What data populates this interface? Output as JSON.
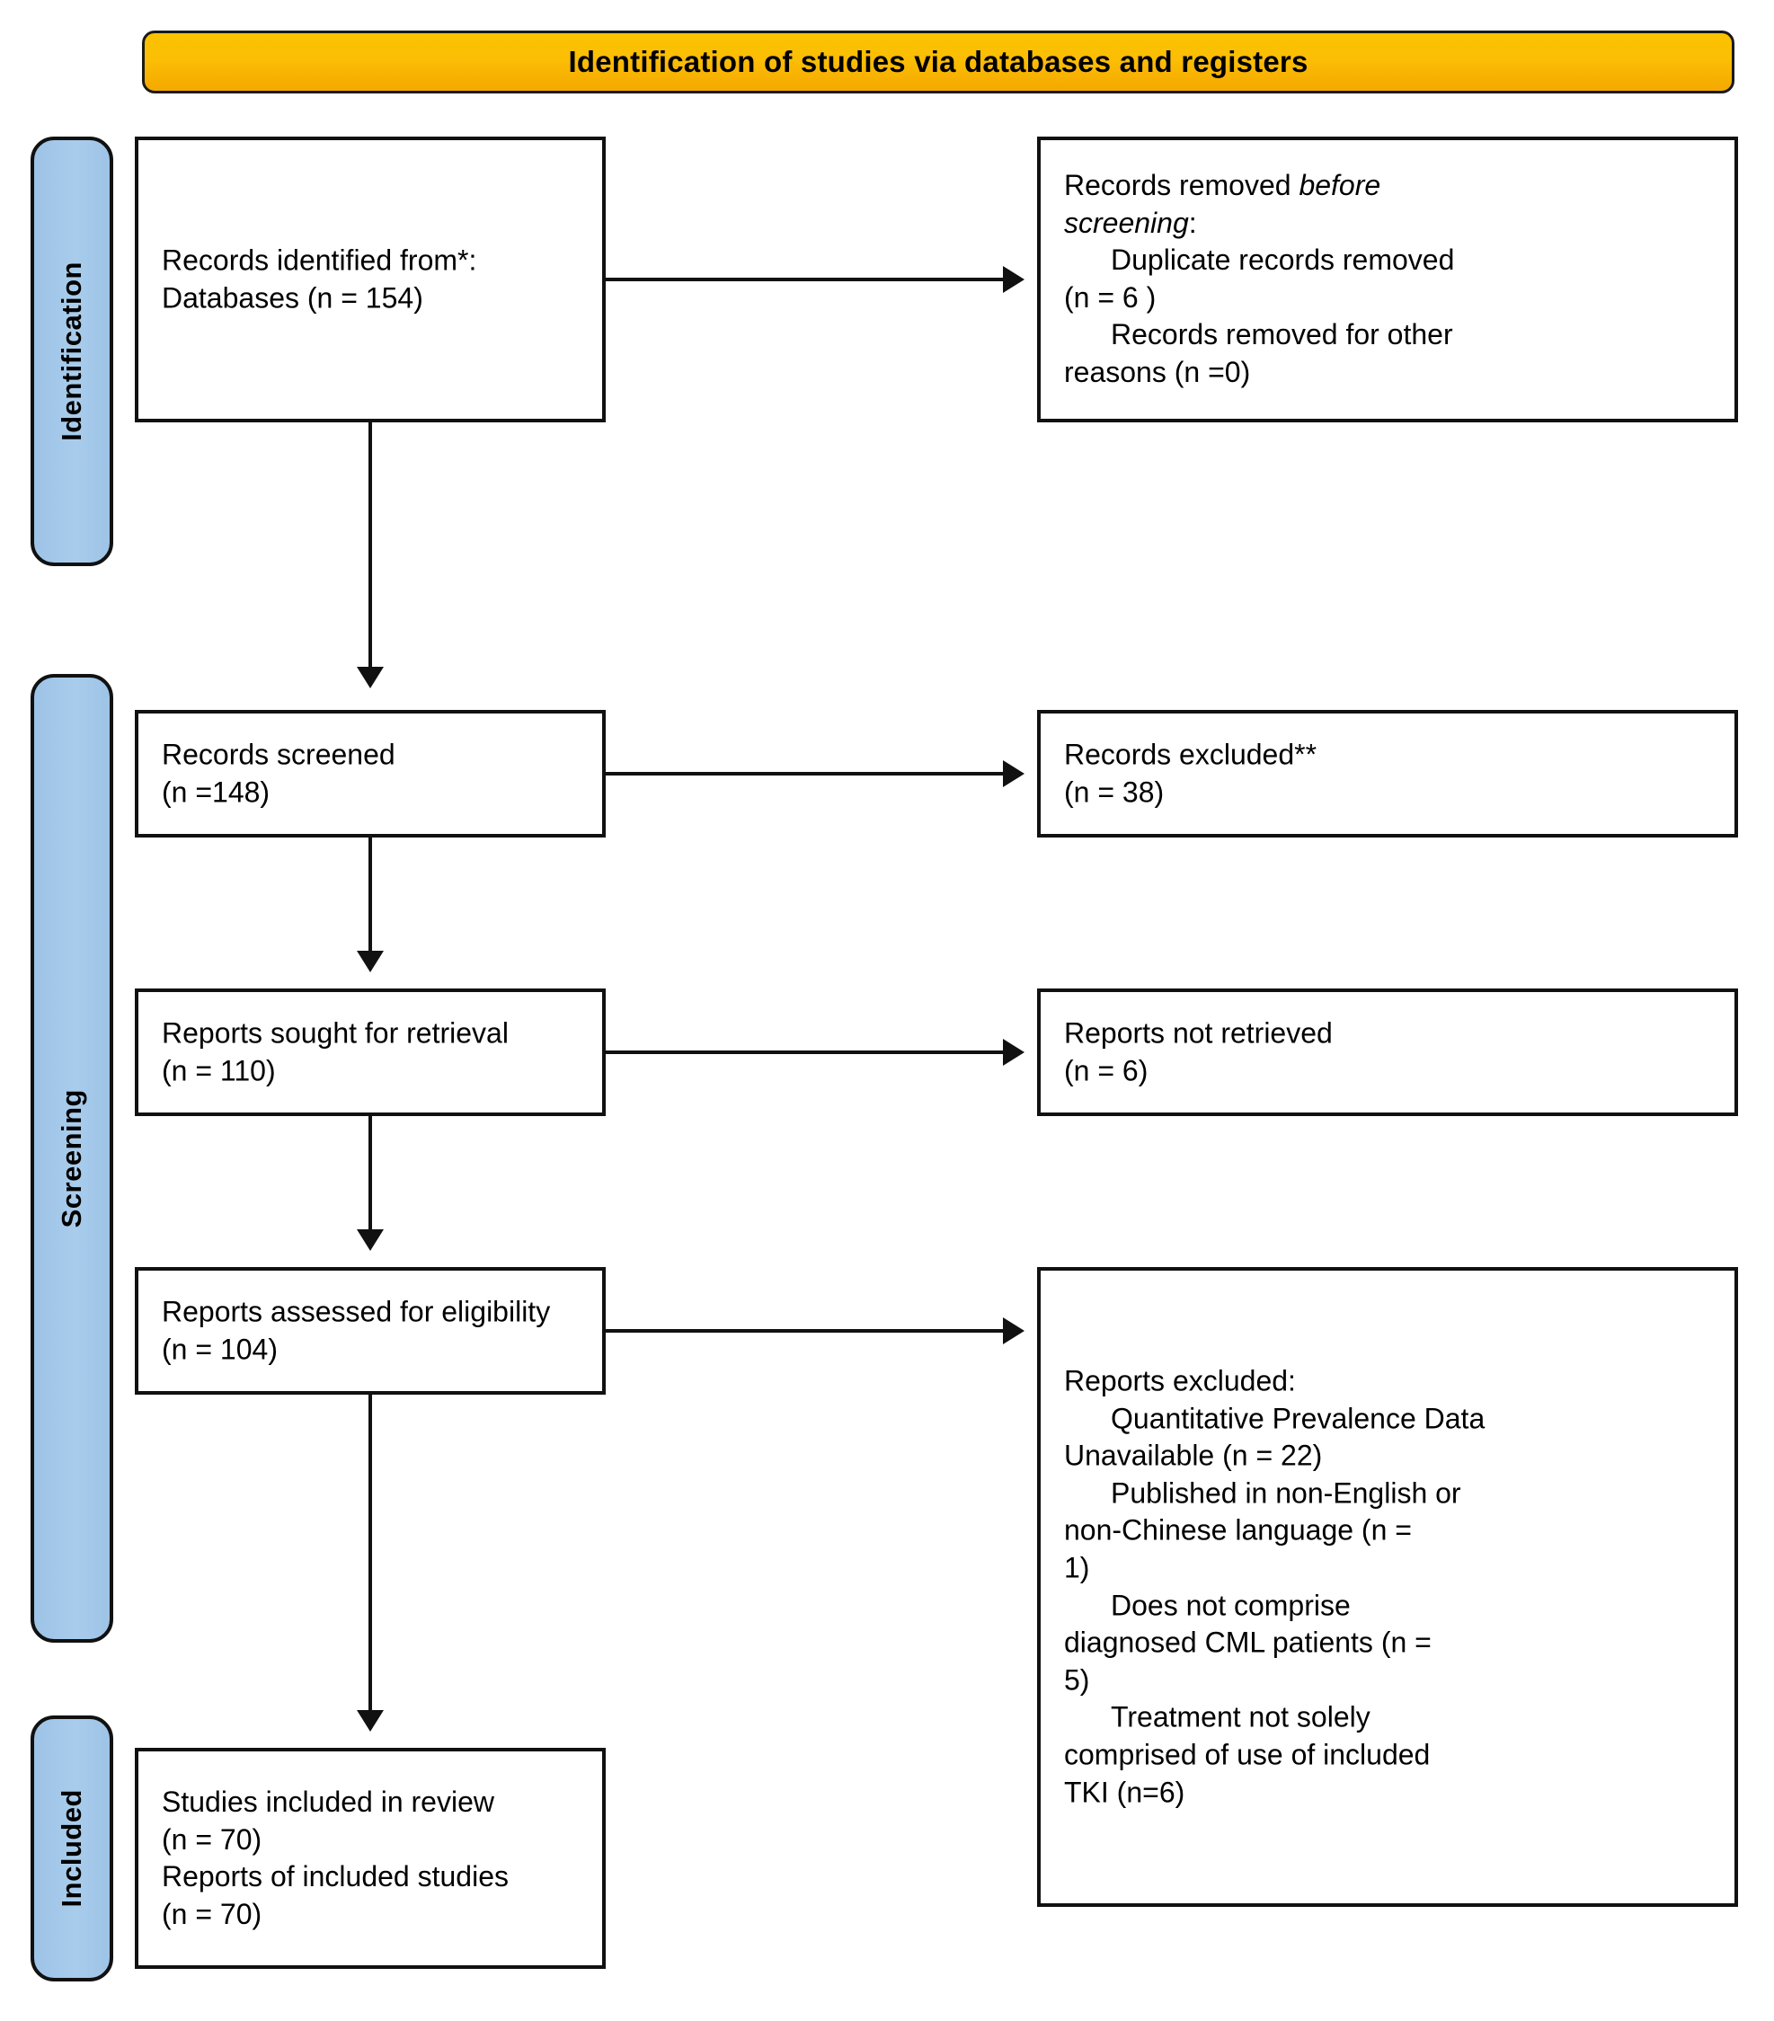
{
  "header": {
    "title": "Identification of studies via databases and registers",
    "background_color": "#FBBE05",
    "border_color": "#1a1a1a"
  },
  "stages": {
    "identification": {
      "label": "Identification",
      "color": "#9DC3E6"
    },
    "screening": {
      "label": "Screening",
      "color": "#9DC3E6"
    },
    "included": {
      "label": "Included",
      "color": "#9DC3E6"
    }
  },
  "boxes": {
    "identified": {
      "line1": "Records identified from*:",
      "line2": "Databases (n = 154)"
    },
    "removed_before_screening": {
      "line1_pre": "Records removed ",
      "line1_italic": "before",
      "line2_italic": "screening",
      "line2_post": ":",
      "item1": "Duplicate records removed",
      "item2": "(n = 6 )",
      "item3": "Records removed for other",
      "item4": "reasons (n =0)"
    },
    "screened": {
      "line1": "Records screened",
      "line2": "(n =148)"
    },
    "records_excluded": {
      "line1": "Records excluded**",
      "line2": "(n = 38)"
    },
    "sought": {
      "line1": "Reports sought for retrieval",
      "line2": "(n = 110)"
    },
    "not_retrieved": {
      "line1": "Reports not retrieved",
      "line2": "(n = 6)"
    },
    "assessed": {
      "line1": "Reports assessed for eligibility",
      "line2": "(n = 104)"
    },
    "reports_excluded": {
      "line1": "Reports excluded:",
      "item1a": "Quantitative Prevalence Data",
      "item1b": "Unavailable (n = 22)",
      "item2a": "Published in non-English or",
      "item2b": "non-Chinese language (n =",
      "item2c": "1)",
      "item3a": "Does not comprise",
      "item3b": "diagnosed CML patients (n =",
      "item3c": "5)",
      "item4a": "Treatment not solely",
      "item4b": "comprised of use of included",
      "item4c": "TKI (n=6)"
    },
    "included": {
      "line1": "Studies included in review",
      "line2": "(n = 70)",
      "line3": "Reports of included studies",
      "line4": "(n = 70)"
    }
  },
  "chart_data": {
    "type": "diagram",
    "title": "Identification of studies via databases and registers",
    "nodes": [
      {
        "id": "identified",
        "stage": "Identification",
        "label": "Records identified from*: Databases",
        "n": 154
      },
      {
        "id": "removed",
        "stage": "Identification",
        "label": "Records removed before screening",
        "duplicates_n": 6,
        "other_reasons_n": 0
      },
      {
        "id": "screened",
        "stage": "Screening",
        "label": "Records screened",
        "n": 148
      },
      {
        "id": "rec_excluded",
        "stage": "Screening",
        "label": "Records excluded**",
        "n": 38
      },
      {
        "id": "sought",
        "stage": "Screening",
        "label": "Reports sought for retrieval",
        "n": 110
      },
      {
        "id": "not_retr",
        "stage": "Screening",
        "label": "Reports not retrieved",
        "n": 6
      },
      {
        "id": "assessed",
        "stage": "Screening",
        "label": "Reports assessed for eligibility",
        "n": 104
      },
      {
        "id": "rep_excluded",
        "stage": "Screening",
        "label": "Reports excluded",
        "reasons": [
          {
            "reason": "Quantitative Prevalence Data Unavailable",
            "n": 22
          },
          {
            "reason": "Published in non-English or non-Chinese language",
            "n": 1
          },
          {
            "reason": "Does not comprise diagnosed CML patients",
            "n": 5
          },
          {
            "reason": "Treatment not solely comprised of use of included TKI",
            "n": 6
          }
        ]
      },
      {
        "id": "included",
        "stage": "Included",
        "label": "Studies included in review",
        "studies_n": 70,
        "reports_n": 70
      }
    ],
    "edges": [
      {
        "from": "identified",
        "to": "removed",
        "direction": "right"
      },
      {
        "from": "identified",
        "to": "screened",
        "direction": "down"
      },
      {
        "from": "screened",
        "to": "rec_excluded",
        "direction": "right"
      },
      {
        "from": "screened",
        "to": "sought",
        "direction": "down"
      },
      {
        "from": "sought",
        "to": "not_retr",
        "direction": "right"
      },
      {
        "from": "sought",
        "to": "assessed",
        "direction": "down"
      },
      {
        "from": "assessed",
        "to": "rep_excluded",
        "direction": "right"
      },
      {
        "from": "assessed",
        "to": "included",
        "direction": "down"
      }
    ]
  }
}
